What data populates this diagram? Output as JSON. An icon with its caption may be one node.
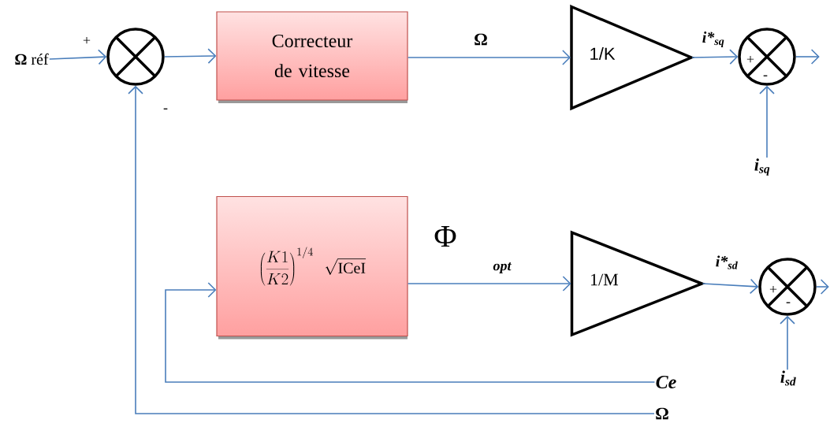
{
  "diagram": {
    "nodes": [
      {
        "text": [
          "**Ω** réf"
        ]
      },
      {
        "text": [],
        "shape": "circle"
      },
      {
        "text": [
          "Correcteur de vitesse"
        ]
      },
      {
        "text": [
          "1/K"
        ]
      },
      {
        "text": [],
        "shape": "circle"
      },
      {
        "text": [
          "i$_{sq}$"
        ]
      },
      {
        "text": [
          "\\left(\\frac{K1}{K2}\\right)^{1/4}\\;\\sqrt{\\mathrm{ICeI}}"
        ]
      },
      {
        "text": [
          "1/M"
        ]
      },
      {
        "text": [],
        "shape": "circle"
      },
      {
        "text": [
          "i$_{sd}$"
        ]
      },
      {
        "text": [
          "Ce"
        ]
      },
      {
        "text": [
          "Ω"
        ]
      }
    ],
    "edges": [
      {
        "from": 0,
        "to": 1,
        "arrow": "to"
      },
      {
        "from": 1,
        "to": 2,
        "arrow": "to"
      },
      {
        "from": 2,
        "to": 3,
        "arrow": "to",
        "label": "Ω"
      },
      {
        "from": 3,
        "to": 4,
        "arrow": "to",
        "label": "i*$_{sq}$"
      },
      {
        "from": 4,
        "to": null,
        "arrow": "to"
      },
      {
        "from": 5,
        "to": 4,
        "arrow": "to"
      },
      {
        "from": 6,
        "to": 7,
        "arrow": "to",
        "label": "opt"
      },
      {
        "from": 7,
        "to": 8,
        "arrow": "to",
        "label": "i*$_{sd}$"
      },
      {
        "from": 8,
        "to": null,
        "arrow": "to"
      },
      {
        "from": 9,
        "to": 8,
        "arrow": "to"
      },
      {
        "from": 10,
        "to": 6,
        "arrow": "to"
      },
      {
        "from": 11,
        "to": 1,
        "arrow": "to"
      }
    ],
    "labels": [
      "+",
      "-",
      "+",
      "-",
      "+",
      "-",
      "Φ"
    ]
  }
}
